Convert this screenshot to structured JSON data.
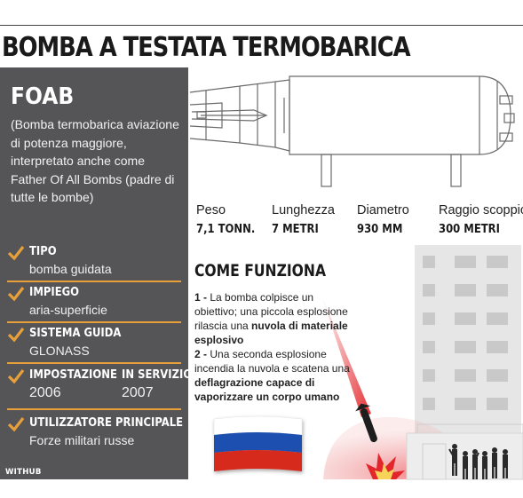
{
  "title": "BOMBA A TESTATA TERMOBARICA",
  "panel": {
    "name": "FOAB",
    "description": "(Bomba termobarica aviazione di potenza maggiore, interpretato anche come Father Of All Bombs (padre di tutte le bombe)",
    "tipo": {
      "label": "TIPO",
      "value": "bomba guidata"
    },
    "impiego": {
      "label": "IMPIEGO",
      "value": "aria-superficie"
    },
    "sistema_guida": {
      "label": "SISTEMA GUIDA",
      "value": "GLONASS"
    },
    "impostazione": {
      "label": "IMPOSTAZIONE",
      "value": "2006"
    },
    "in_servizio": {
      "label": "IN SERVIZIO",
      "value": "2007"
    },
    "utilizzatore": {
      "label": "UTILIZZATORE PRINCIPALE",
      "value": "Forze militari russe"
    },
    "credit": "WITHUB"
  },
  "specs": [
    {
      "label": "Peso",
      "value": "7,1 TONN."
    },
    {
      "label": "Lunghezza",
      "value": "7 METRI"
    },
    {
      "label": "Diametro",
      "value": "930 MM"
    },
    {
      "label": "Raggio scoppio",
      "value": "300 METRI"
    }
  ],
  "how": {
    "title": "COME FUNZIONA",
    "step1_num": "1 -",
    "step1_text": " La bomba colpisce un obiettivo; una piccola esplosione rilascia una ",
    "step1_bold": "nuvola di materiale esplosivo",
    "step2_num": "2 -",
    "step2_text": " Una seconda esplosione incendia la nuvola e scatena una ",
    "step2_bold": "deflagrazione capace di vaporizzare un corpo umano"
  },
  "colors": {
    "panel": "#555557",
    "accent": "#e8a03a",
    "blast": "#e3262b",
    "flag_white": "#ffffff",
    "flag_blue": "#1f4fb0",
    "flag_red": "#d52b1e"
  }
}
